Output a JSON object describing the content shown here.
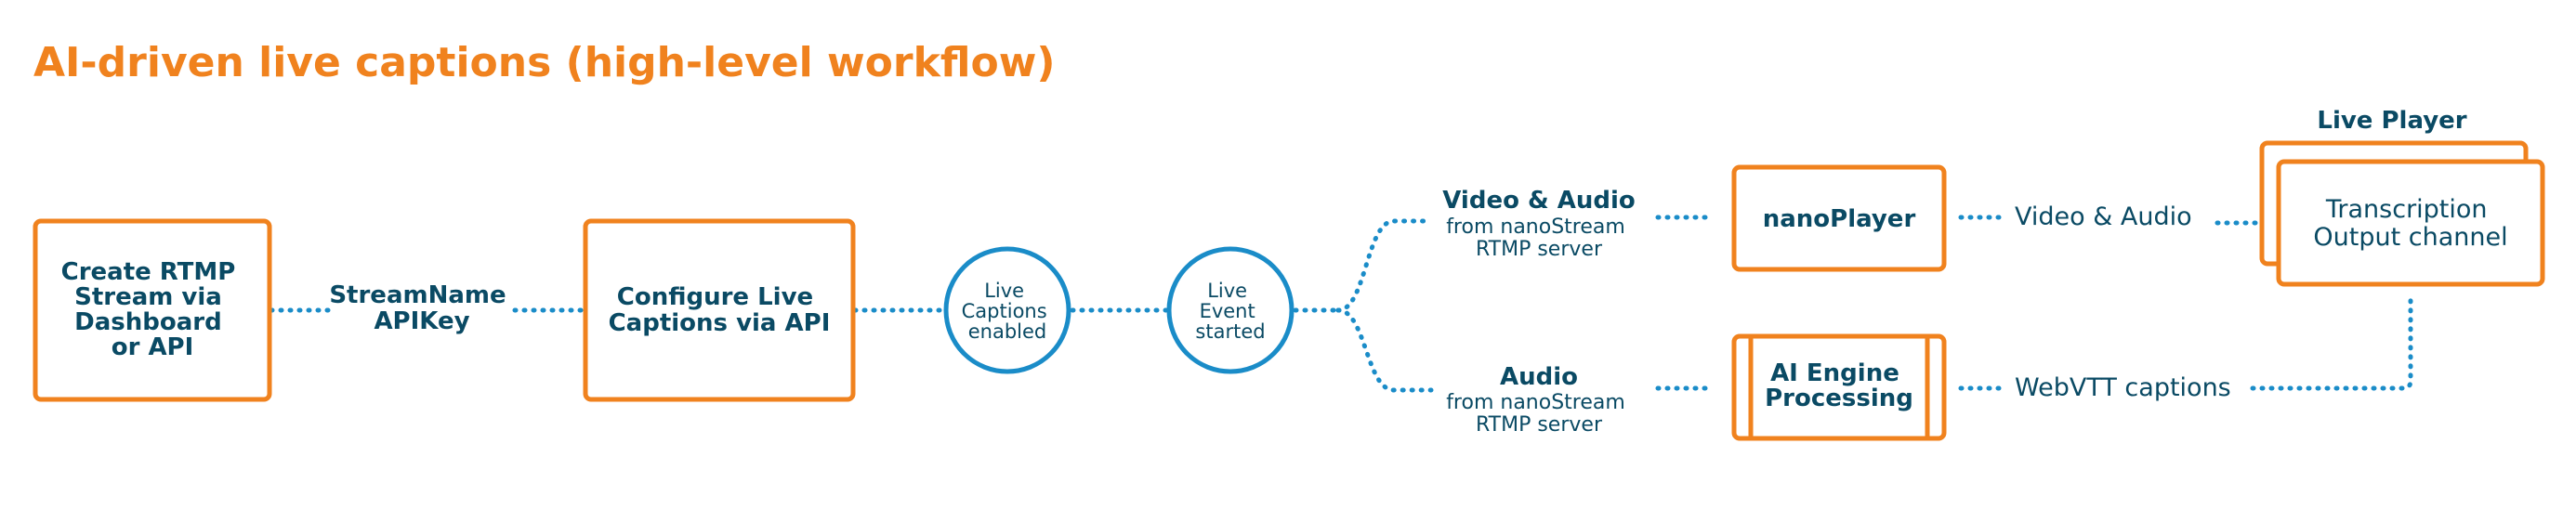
{
  "title": "AI-driven live captions (high-level workflow)",
  "nodes": {
    "create_rtmp": [
      "Create RTMP",
      "Stream via",
      "Dashboard",
      "or API"
    ],
    "stream_labels": [
      "StreamName",
      "APIKey"
    ],
    "configure": [
      "Configure Live",
      "Captions via API"
    ],
    "captions_enabled": [
      "Live",
      "Captions",
      "enabled"
    ],
    "event_started": [
      "Live",
      "Event",
      "started"
    ],
    "video_audio": {
      "title": "Video & Audio",
      "sub": [
        "from nanoStream",
        "RTMP server"
      ]
    },
    "audio": {
      "title": "Audio",
      "sub": [
        "from nanoStream",
        "RTMP server"
      ]
    },
    "nanoplayer": "nanoPlayer",
    "ai_engine": [
      "AI Engine",
      "Processing"
    ],
    "edge_video_audio": "Video & Audio",
    "edge_webvtt": "WebVTT captions",
    "live_player_label": "Live Player",
    "transcription": [
      "Transcription",
      "Output channel"
    ]
  },
  "colors": {
    "orange": "#F0821E",
    "blue": "#1A8CC8",
    "navy": "#0A4A64"
  }
}
